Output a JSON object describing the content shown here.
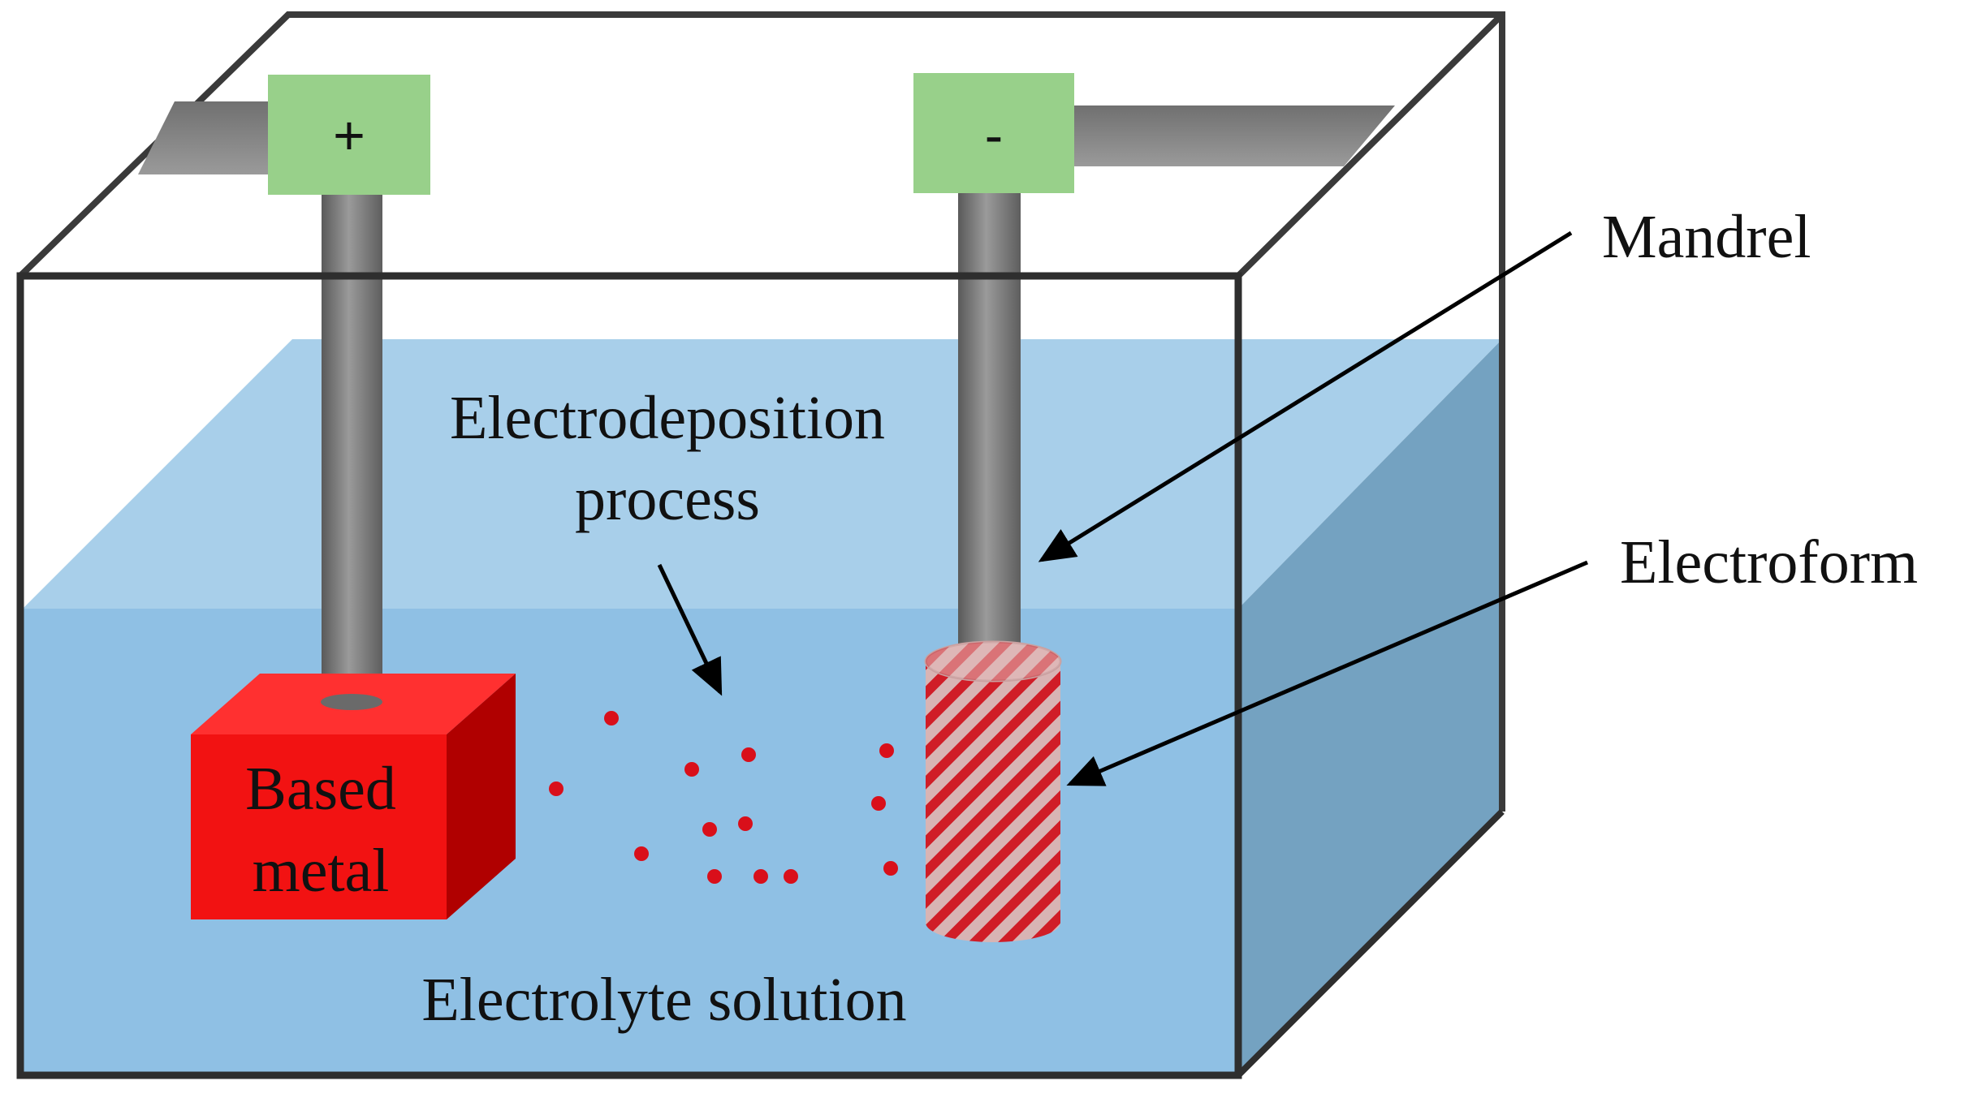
{
  "terminals": {
    "positive": "+",
    "negative": "-"
  },
  "labels": {
    "mandrel": "Mandrel",
    "electroform": "Electroform",
    "process_line1": "Electrodeposition",
    "process_line2": "process",
    "based_line1": "Based",
    "based_line2": "metal",
    "electrolyte": "Electrolyte solution"
  },
  "colors": {
    "solution_top": "#a8cfea",
    "solution_front": "#8fc0e4",
    "solution_side": "#74a2c1",
    "terminal": "#98d08a",
    "rod": "#7d7d7d",
    "based_metal": "#f21212",
    "ion": "#d90f1a"
  }
}
